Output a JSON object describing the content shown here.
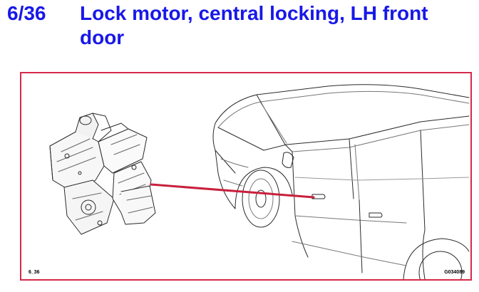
{
  "section": {
    "number": "6/36",
    "title": "Lock motor, central locking, LH front door"
  },
  "figure": {
    "code_left": "6_36",
    "code_right": "G034089",
    "frame_color": "#d42a4a",
    "pointer_color": "#c8203c",
    "title_color": "#1818e8"
  }
}
